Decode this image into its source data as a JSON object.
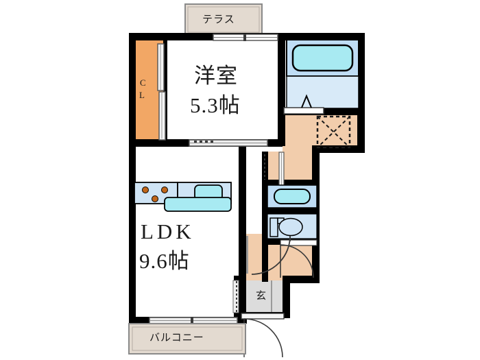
{
  "plan": {
    "title": "apartment-floor-plan",
    "colors": {
      "wall": "#000000",
      "closet": "#F2A765",
      "hall": "#F2CDAC",
      "bath_room": "#D8EAF8",
      "bathtub": "#A8EAF2",
      "kitchen_counter": "#CFE4F5",
      "sink": "#A8EAF2",
      "terrace_fill": "#E3DAD0",
      "balcony_fill": "#E3DAD0",
      "genkan_fill": "#DCDCDC",
      "toilet_fill": "#CFE4F5",
      "floor_white": "#FFFFFF",
      "burner": "#C0661A"
    },
    "rooms": [
      {
        "id": "western-room",
        "name": "洋室",
        "area": "5.3帖"
      },
      {
        "id": "ldk",
        "name": "LDK",
        "area": "9.6帖"
      }
    ],
    "labels": {
      "terrace": "テラス",
      "balcony": "バルコニー",
      "closet": "CL",
      "closet_line1": "C",
      "closet_line2": "L",
      "entrance": "玄",
      "western_room_name": "洋室",
      "western_room_area": "5.3帖",
      "ldk_name": "LDK",
      "ldk_area": "9.6帖"
    },
    "fixtures": [
      {
        "id": "bathtub",
        "name": "bathtub"
      },
      {
        "id": "wash-basin",
        "name": "wash-basin"
      },
      {
        "id": "toilet",
        "name": "toilet"
      },
      {
        "id": "kitchen-stove",
        "name": "three-burner-stove"
      },
      {
        "id": "kitchen-sink",
        "name": "kitchen-sink"
      },
      {
        "id": "washing-machine-space",
        "name": "washing-machine-space"
      }
    ]
  }
}
